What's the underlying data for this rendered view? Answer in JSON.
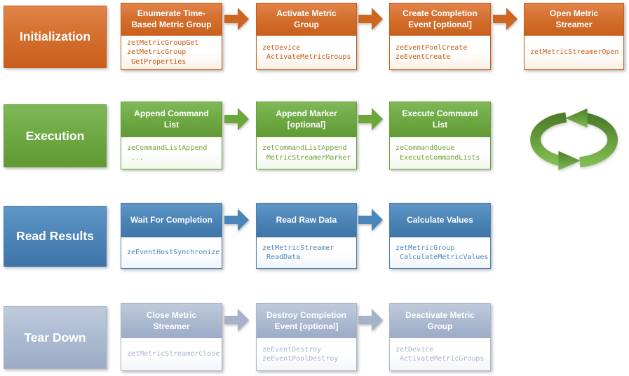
{
  "diagram": {
    "rows": [
      {
        "label": "Initialization",
        "boxes": [
          {
            "title": "Enumerate Time-\nBased Metric Group",
            "code": "zetMetricGroupGet\nzetMetricGroup\n GetProperties"
          },
          {
            "title": "Activate Metric\nGroup",
            "code": "zetDevice\n ActivateMetricGroups"
          },
          {
            "title": "Create Completion\nEvent [optional]",
            "code": "zeEventPoolCreate\nzeEventCreate"
          },
          {
            "title": "Open Metric\nStreamer",
            "code": "zetMetricStreamerOpen"
          }
        ]
      },
      {
        "label": "Execution",
        "boxes": [
          {
            "title": "Append Command\nList",
            "code": "zeCommandListAppend\n ..."
          },
          {
            "title": "Append Marker\n[optional]",
            "code": "zetCommandListAppend\n MetricStreamerMarker"
          },
          {
            "title": "Execute Command\nList",
            "code": "zeCommandQueue\n ExecuteCommandLists"
          }
        ],
        "loop_icon": "repeat-cycle-arrows"
      },
      {
        "label": "Read Results",
        "boxes": [
          {
            "title": "Wait For Completion",
            "code": "zeEventHostSynchronize"
          },
          {
            "title": "Read Raw Data",
            "code": "zetMetricStreamer\n ReadData"
          },
          {
            "title": "Calculate Values",
            "code": "zetMetricGroup\n CalculateMetricValues"
          }
        ]
      },
      {
        "label": "Tear Down",
        "boxes": [
          {
            "title": "Close Metric\nStreamer",
            "code": "zetMetricStreamerClose"
          },
          {
            "title": "Destroy Completion\nEvent [optional]",
            "code": "zeEventDestroy\nzeEventPoolDestroy"
          },
          {
            "title": "Deactivate Metric\nGroup",
            "code": "zetDevice\n ActivateMetricGroups"
          }
        ]
      }
    ],
    "icons": {
      "flow_arrow": "right-block-arrow",
      "loop": "repeat-cycle-arrows"
    },
    "colors": {
      "orange": "#C95F1C",
      "green": "#619933",
      "blue": "#3F74A7",
      "gray": "#9CABC6"
    }
  }
}
